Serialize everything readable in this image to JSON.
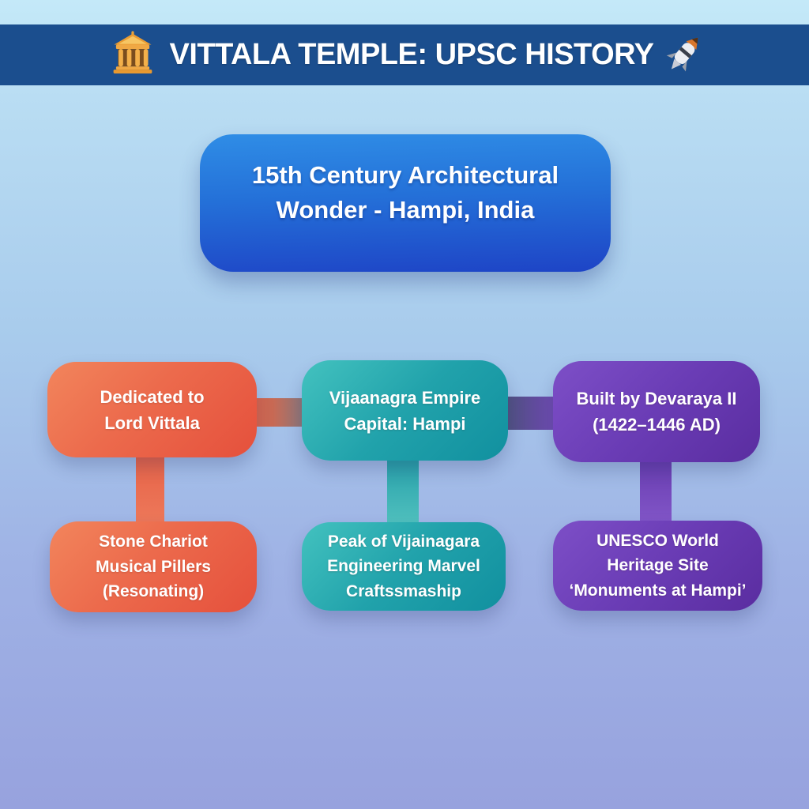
{
  "header": {
    "title": "VITTALA TEMPLE: UPSC HISTORY",
    "bar_color": "#1b4e8e",
    "left_icon": "classical-building",
    "right_icon": "rocket"
  },
  "hero": {
    "lines": [
      "15th Century Architectural",
      "Wonder - Hampi, India"
    ],
    "gradient_top": "#2f8de6",
    "gradient_bottom": "#1e44c6"
  },
  "columns": [
    {
      "name": "dedication",
      "accent": "#ec6a4c",
      "top_card": {
        "lines": [
          "Dedicated to",
          "Lord Vittala"
        ]
      },
      "bottom_card": {
        "lines": [
          "Stone Chariot",
          "Musical Pillers",
          "(Resonating)"
        ]
      }
    },
    {
      "name": "empire-capital",
      "accent": "#21a2ab",
      "top_card": {
        "lines": [
          "Vijaanagra Empire",
          "Capital: Hampi"
        ]
      },
      "bottom_card": {
        "lines": [
          "Peak of Vijainagara",
          "Engineering Marvel",
          "Craftssmaship"
        ]
      }
    },
    {
      "name": "builder-heritage",
      "accent": "#6a3cb5",
      "top_card": {
        "lines": [
          "Built by Devaraya II",
          "(1422–1446 AD)"
        ]
      },
      "bottom_card": {
        "lines": [
          "UNESCO World",
          "Heritage Site",
          "‘Monuments at Hampi’"
        ]
      }
    }
  ]
}
